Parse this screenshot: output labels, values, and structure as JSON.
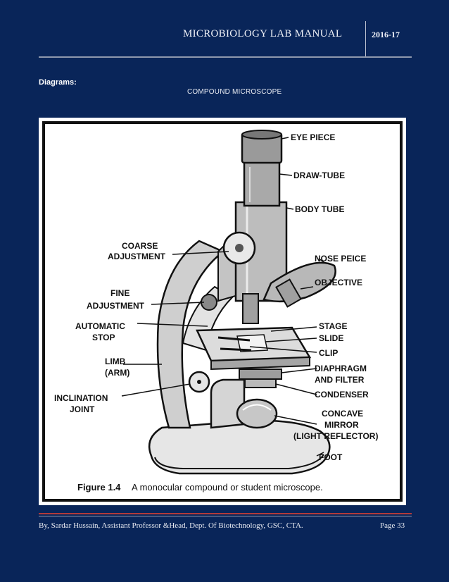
{
  "header": {
    "title": "MICROBIOLOGY LAB MANUAL",
    "year": "2016-17"
  },
  "section_label": "Diagrams:",
  "diagram_title": "COMPOUND   MICROSCOPE",
  "figure": {
    "caption_number": "Figure 1.4",
    "caption_text": "A monocular compound or student microscope.",
    "labels": {
      "eye_piece": "EYE PIECE",
      "draw_tube": "DRAW-TUBE",
      "body_tube": "BODY TUBE",
      "coarse_1": "COARSE",
      "coarse_2": "ADJUSTMENT",
      "nose_piece": "NOSE PEICE",
      "objective": "OBJECTIVE",
      "fine_1": "FINE",
      "fine_2": "ADJUSTMENT",
      "auto_1": "AUTOMATIC",
      "auto_2": "STOP",
      "stage": "STAGE",
      "slide": "SLIDE",
      "clip": "CLIP",
      "limb_1": "LIMB",
      "limb_2": "(ARM)",
      "diaphragm_1": "DIAPHRAGM",
      "diaphragm_2": "AND FILTER",
      "condenser": "CONDENSER",
      "incl_1": "INCLINATION",
      "incl_2": "JOINT",
      "mirror_1": "CONCAVE",
      "mirror_2": "MIRROR",
      "mirror_3": "(LIGHT REFLECTOR)",
      "foot": "FOOT"
    }
  },
  "footer": {
    "credit": "By, Sardar Hussain, Assistant Professor &Head, Dept. Of Biotechnology, GSC, CTA.",
    "page": "Page 33"
  }
}
